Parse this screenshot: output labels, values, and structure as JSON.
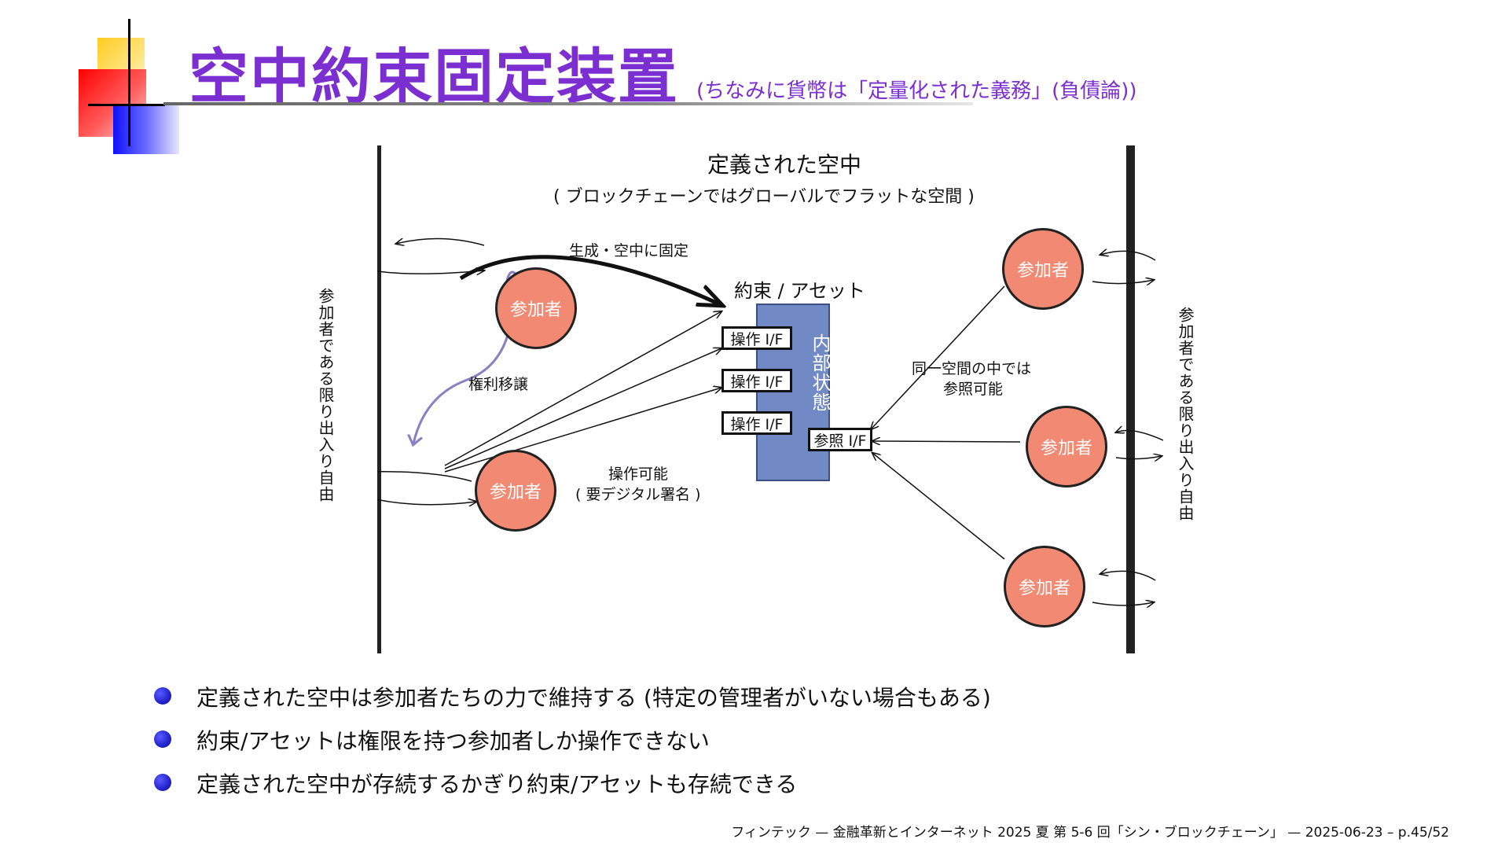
{
  "title": {
    "main": "空中約束固定装置",
    "sub": "(ちなみに貨幣は「定量化された義務」(負債論))"
  },
  "diagram": {
    "space_title": "定義された空中",
    "space_subtitle": "( ブロックチェーンではグローバルでフラットな空間 )",
    "left_side": "参加者である限り出入り自由",
    "right_side": "参加者である限り出入り自由",
    "participant_label": "参加者",
    "create_label": "生成・空中に固定",
    "transfer_label": "権利移譲",
    "asset_title": "約束 / アセット",
    "asset_inner": "内部状態",
    "op_if": [
      "操作 I/F",
      "操作 I/F",
      "操作 I/F"
    ],
    "ref_if": "参照 I/F",
    "operable_line1": "操作可能",
    "operable_line2": "( 要デジタル署名 )",
    "ref_note_line1": "同一空間の中では",
    "ref_note_line2": "参照可能"
  },
  "bullets": [
    "定義された空中は参加者たちの力で維持する (特定の管理者がいない場合もある)",
    "約束/アセットは権限を持つ参加者しか操作できない",
    "定義された空中が存続するかぎり約束/アセットも存続できる"
  ],
  "footer": "フィンテック — 金融革新とインターネット 2025 夏 第 5-6 回「シン・ブロックチェーン」 — 2025-06-23 – p.45/52",
  "colors": {
    "title": "#7b2fd0",
    "participant_fill": "#f28a73",
    "asset_fill": "#7189c4",
    "transfer_arrow": "#8a7fc0",
    "bullet": "#2222cc"
  }
}
